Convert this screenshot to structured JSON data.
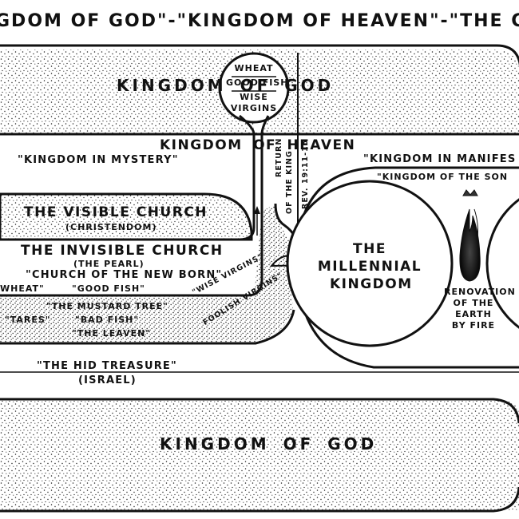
{
  "header": {
    "title": "gdom Of God\"-\"Kingdom Of Heaven\"-\"The Churc"
  },
  "kingdom_of_god_top": "Kingdom   Of God",
  "kingdom_of_heaven": "Kingdom   Of Heaven",
  "kingdom_in_mystery": "\"Kingdom In Mystery\"",
  "kingdom_in_manifestation": "\"Kingdom In Manifes",
  "kingdom_of_the_son": "\"Kingdom Of The Son",
  "bubble": {
    "line1": "Wheat",
    "line2": "Good Fish",
    "line3": "Wise",
    "line4": "Virgins"
  },
  "visible_church": {
    "title": "The Visible Church",
    "sub": "(Christendom)"
  },
  "invisible_church": {
    "title": "The Invisible Church",
    "sub": "(The Pearl)",
    "line3": "\"Church Of The New Born\"",
    "wheat": "Wheat\"",
    "good_fish": "\"Good Fish\""
  },
  "wise_virgins": "\"Wise Virgins\"",
  "foolish_virgins": "Foolish Virgins\"",
  "mustard_tree": "\"The Mustard Tree\"",
  "tares": "\"Tares\"",
  "bad_fish": "\"Bad Fish\"",
  "the_leaven": "\"The Leaven\"",
  "hid_treasure": {
    "line1": "\"The Hid Treasure\"",
    "line2": "(Israel)"
  },
  "return_of_king": {
    "line1": "Return",
    "line2": "Of The King",
    "line3": "Rev. 19:11-16"
  },
  "millennial": {
    "line1": "The",
    "line2": "Millennial",
    "line3": "Kingdom"
  },
  "renovation": {
    "line1": "Renovation",
    "line2": "Of The",
    "line3": "Earth",
    "line4": "By Fire"
  },
  "kingdom_of_god_bottom": "Kingdom   Of God",
  "colors": {
    "ink": "#111111",
    "paper": "#ffffff"
  }
}
